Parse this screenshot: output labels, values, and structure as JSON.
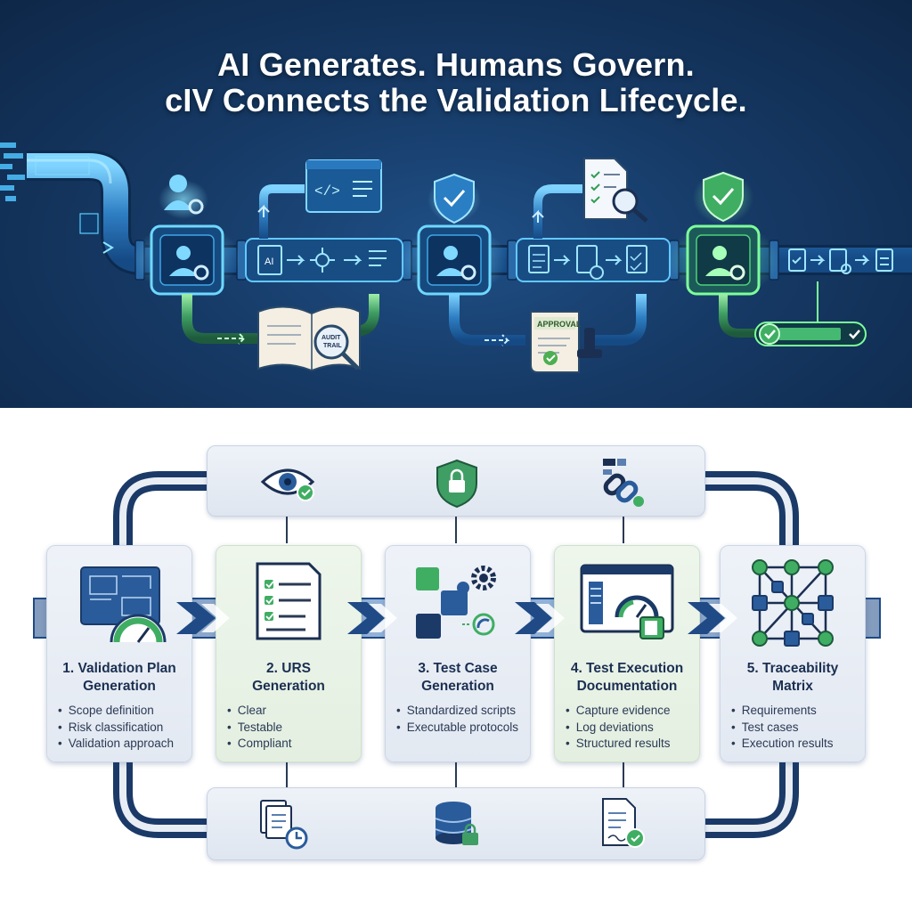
{
  "headline": {
    "line1": "AI Generates. Humans Govern.",
    "line2": "cIV Connects the Validation Lifecycle."
  },
  "pipeline": {
    "ai_label": "AI",
    "audit_label_1": "AUDIT",
    "audit_label_2": "TRAIL",
    "approval_label": "APPROVAL"
  },
  "steps": [
    {
      "title_1": "1. Validation Plan",
      "title_2": "Generation",
      "bullets": [
        "Scope definition",
        "Risk classification",
        "Validation approach"
      ]
    },
    {
      "title_1": "2. URS",
      "title_2": "Generation",
      "bullets": [
        "Clear",
        "Testable",
        "Compliant"
      ]
    },
    {
      "title_1": "3. Test Case",
      "title_2": "Generation",
      "bullets": [
        "Standardized scripts",
        "Executable protocols"
      ]
    },
    {
      "title_1": "4. Test Execution",
      "title_2": "Documentation",
      "bullets": [
        "Capture evidence",
        "Log deviations",
        "Structured results"
      ]
    },
    {
      "title_1": "5. Traceability",
      "title_2": "Matrix",
      "bullets": [
        "Requirements",
        "Test cases",
        "Execution results"
      ]
    }
  ],
  "colors": {
    "navy": "#1f4a86",
    "green": "#4caf50",
    "cyan": "#5ad0ff",
    "dark_bg": "#163a66"
  }
}
